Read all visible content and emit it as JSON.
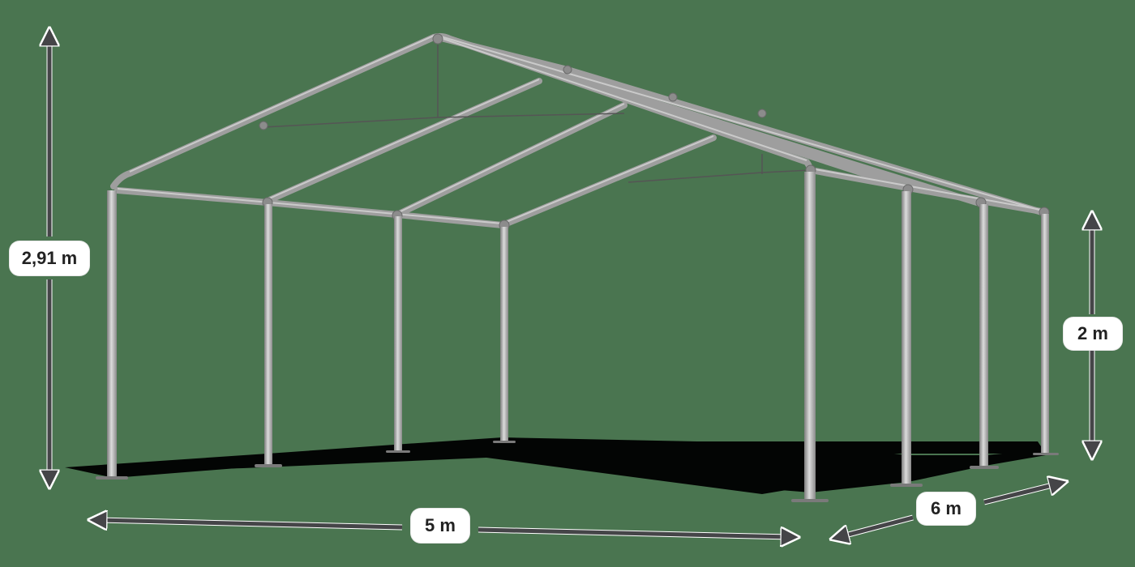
{
  "product": {
    "description": "Tent frame with dimension annotations",
    "background_color": "#4a7550",
    "pipe_color": "#a8a8a8",
    "arrow_color": "#454548",
    "label_bg": "#ffffff",
    "label_text_color": "#222222"
  },
  "dimensions": {
    "total_height": {
      "label": "2,91 m",
      "axis": "vertical",
      "position": "left"
    },
    "side_height": {
      "label": "2 m",
      "axis": "vertical",
      "position": "right"
    },
    "length": {
      "label": "5 m",
      "axis": "horizontal",
      "position": "bottom-front"
    },
    "width": {
      "label": "6 m",
      "axis": "diagonal",
      "position": "bottom-right"
    }
  },
  "frame": {
    "front_posts": 4,
    "side_posts": 4,
    "roof_rafters": 4
  }
}
